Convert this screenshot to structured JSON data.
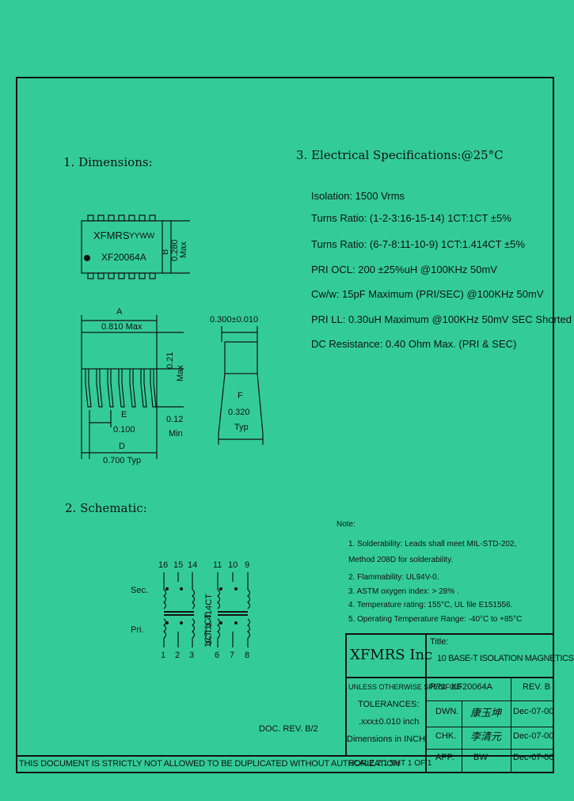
{
  "sections": {
    "dimensions": "1. Dimensions:",
    "schematic": "2. Schematic:",
    "electrical": "3. Electrical   Specifications:@25°C"
  },
  "package": {
    "brand": "XFMRS",
    "datecode": "YYWW",
    "part": "XF20064A",
    "dim_b_label": "B",
    "dim_b_value": "0.280",
    "dim_b_unit": "Max",
    "dim_a_label": "A",
    "dim_a_value": "0.810 Max",
    "dim_c_value": "0.300±0.010",
    "dim_height_value": "0.21",
    "dim_height_unit": "Max",
    "dim_lead_value": "0.12",
    "dim_lead_unit": "Min",
    "dim_e_label": "E",
    "dim_e_value": "0.100",
    "dim_d_label": "D",
    "dim_d_value": "0.700 Typ",
    "dim_f_label": "F",
    "dim_f_value": "0.320",
    "dim_f_unit": "Typ"
  },
  "specs": [
    "Isolation:  1500 Vrms",
    "Turns Ratio: (1-2-3:16-15-14)  1CT:1CT  ±5%",
    "Turns Ratio: (6-7-8:11-10-9)  1CT:1.414CT  ±5%",
    "PRI OCL: 200  ±25%uH  @100KHz  50mV",
    "Cw/w: 15pF Maximum (PRI/SEC) @100KHz 50mV",
    "PRI LL: 0.30uH Maximum @100KHz 50mV SEC Shorted",
    "DC Resistance: 0.40 Ohm Max. (PRI & SEC)"
  ],
  "schematic": {
    "sec_label": "Sec.",
    "pri_label": "Pri.",
    "ratio1": "1CT:1CT",
    "ratio2": "1CT:1.414CT",
    "top_pins_1": [
      "16",
      "15",
      "14"
    ],
    "top_pins_2": [
      "11",
      "10",
      "9"
    ],
    "bot_pins_1": [
      "1",
      "2",
      "3"
    ],
    "bot_pins_2": [
      "6",
      "7",
      "8"
    ]
  },
  "notes": {
    "header": "Note:",
    "items": [
      "1.  Solderability: Leads shall meet MIL-STD-202,",
      "     Method 208D for solderability.",
      "2.  Flammability: UL94V-0.",
      "3.  ASTM oxygen index: > 28% .",
      "4.  Temperature rating: 155°C, UL file E151556.",
      "5.  Operating Temperature Range: -40°C to +85°C"
    ]
  },
  "doc_rev": "DOC. REV. B/2",
  "title_block": {
    "company": "XFMRS Inc",
    "title_label": "Title:",
    "title_value": "10 BASE-T ISOLATION MAGNETICS",
    "unless": "UNLESS OTHERWISE SPECIFIED",
    "tolerances": "TOLERANCES:",
    "tol_value": ".xxx±0.010 inch",
    "dims_in": "Dimensions in INCH",
    "pn_label": "P/N:",
    "pn_value": "XF20064A",
    "rev": "REV. B",
    "dwn_label": "DWN.",
    "dwn_sign": "康玉坤",
    "dwn_date": "Dec-07-00",
    "chk_label": "CHK.",
    "chk_sign": "李清元",
    "chk_date": "Dec-07-00",
    "app_label": "APP.",
    "app_sign": "BW",
    "app_date": "Dec-07-00",
    "scale": "SCALE 2:1  SHT 1 OF 1"
  },
  "footer": "THIS DOCUMENT IS STRICTLY NOT ALLOWED TO BE DUPLICATED WITHOUT AUTHORIZATION"
}
